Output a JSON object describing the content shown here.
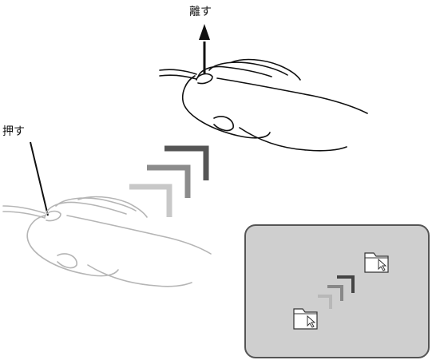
{
  "labels": {
    "release": "離す",
    "press": "押す"
  },
  "colors": {
    "hand_released": "#111111",
    "hand_pressed": "#b5b5b5",
    "arrow_dark": "#555555",
    "arrow_mid": "#8c8c8c",
    "arrow_light": "#c8c8c8",
    "screen_bg": "#cfcfcf"
  },
  "icons": [
    "folder-icon",
    "cursor-icon",
    "up-arrow-icon",
    "drag-motion-chevrons"
  ]
}
